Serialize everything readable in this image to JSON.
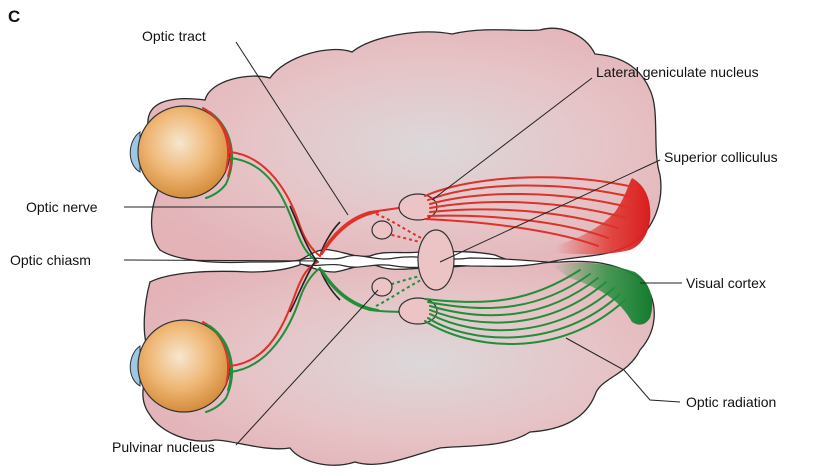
{
  "panel_label": "C",
  "labels": {
    "optic_tract": "Optic tract",
    "lateral_geniculate": "Lateral geniculate nucleus",
    "superior_colliculus": "Superior colliculus",
    "optic_nerve": "Optic nerve",
    "optic_chiasm": "Optic chiasm",
    "visual_cortex": "Visual cortex",
    "optic_radiation": "Optic radiation",
    "pulvinar_nucleus": "Pulvinar nucleus"
  },
  "colors": {
    "brain": "#e8bfc2",
    "brain_outline": "#2a2a2a",
    "eye": "#e8a85c",
    "cornea": "#9cc8e6",
    "left_pathway": "#e0302a",
    "right_pathway": "#1f8f3a"
  }
}
